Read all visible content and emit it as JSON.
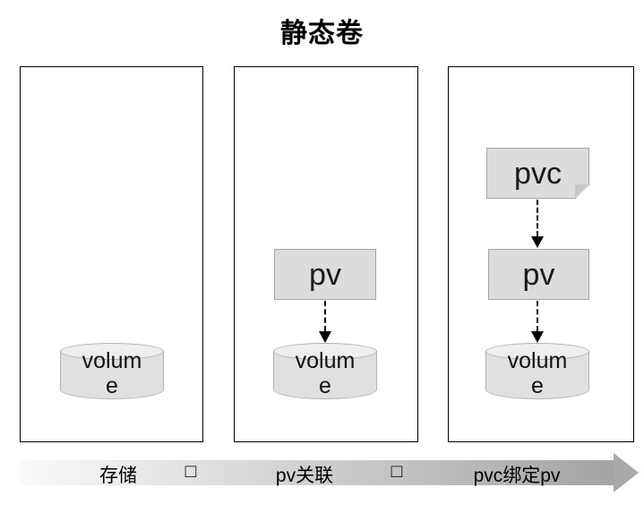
{
  "title": "静态卷",
  "stages": {
    "storage": {
      "volume": "volume"
    },
    "pv_association": {
      "pv": "pv",
      "volume": "volume"
    },
    "pvc_binding": {
      "pvc": "pvc",
      "pv": "pv",
      "volume": "volume"
    }
  },
  "timeline": {
    "storage_label": "存储",
    "arrow_separator_1": "□",
    "pv_association_label": "pv关联",
    "arrow_separator_2": "□",
    "pvc_binding_label": "pvc绑定pv"
  },
  "colors": {
    "node_fill": "#dcdcdc",
    "node_border": "#a6a6a6",
    "cylinder_fill": "#e0e0e0",
    "cylinder_top_fill": "#eeeeee",
    "cylinder_border": "#b3b3b3",
    "panel_border": "#000000",
    "connector_color": "#000000",
    "timeline_gradient_start": "#fafafa",
    "timeline_gradient_end": "#a3a3a3"
  }
}
